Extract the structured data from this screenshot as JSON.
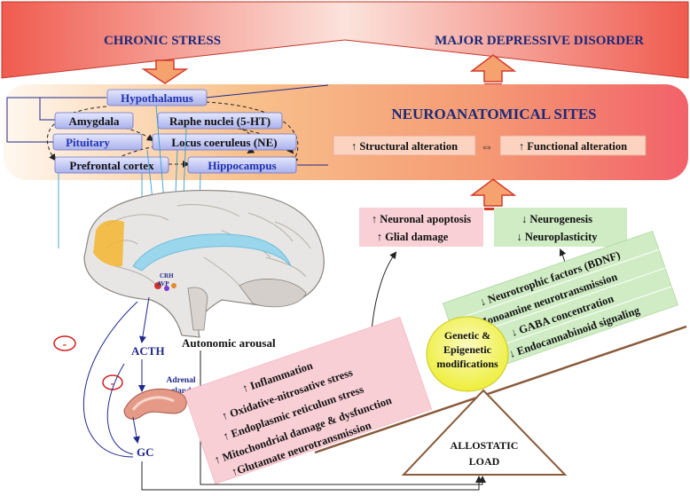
{
  "banner": {
    "left": "CHRONIC STRESS",
    "right": "MAJOR DEPRESSIVE DISORDER"
  },
  "neuro_panel": {
    "title": "NEUROANATOMICAL SITES",
    "structural": "↑ Structural alteration",
    "exchange_symbol": "⇔",
    "functional": "↑ Functional alteration"
  },
  "brain_regions": {
    "hypothalamus": "Hypothalamus",
    "amygdala": "Amygdala",
    "raphe": "Raphe nuclei (5-HT)",
    "pituitary": "Pituitary",
    "locus": "Locus coeruleus  (NE)",
    "prefrontal": "Prefrontal cortex",
    "hippocampus": "Hippocampus"
  },
  "outcomes": {
    "left_line1": "↑ Neuronal apoptosis",
    "left_line2": "↑ Glial damage",
    "right_line1": "↓ Neurogenesis",
    "right_line2": "↓  Neuroplasticity"
  },
  "balance_left": [
    "↑ Inflammation",
    "↑ Oxidative-nitrosative stress",
    "↑ Endoplasmic reticulum stress",
    "↑ Mitochondrial damage & dysfunction",
    "↑Glutamate  neurotransmission"
  ],
  "balance_right": [
    "↓ Neurotrophic factors  (BDNF)",
    "↓ Monoamine neurotransmission",
    "↓ GABA concentration",
    "↓ Endocannabinoid signaling"
  ],
  "fulcrum": {
    "line1": "Genetic &",
    "line2": "Epigenetic",
    "line3": "modifications"
  },
  "allostatic": {
    "line1": "ALLOSTATIC",
    "line2": "LOAD"
  },
  "hpa": {
    "acth": "ACTH",
    "adrenal1": "Adrenal",
    "adrenal2": "gland",
    "gc": "GC",
    "minus": "-",
    "crh": "CRH",
    "avp": "AVP",
    "autonomic": "Autonomic arousal"
  },
  "colors": {
    "banner_red": "#f0564a",
    "banner_light": "#fde3d4",
    "panel_orange": "#f6b27a",
    "panel_red": "#f26a6c",
    "region_box": "#c9cdf5",
    "pink_box": "#f7c6cf",
    "green_box": "#c8e9bc",
    "fulcrum": "#f3f36a",
    "arrow_red": "#e02b24",
    "navy": "#1f2a8a"
  }
}
